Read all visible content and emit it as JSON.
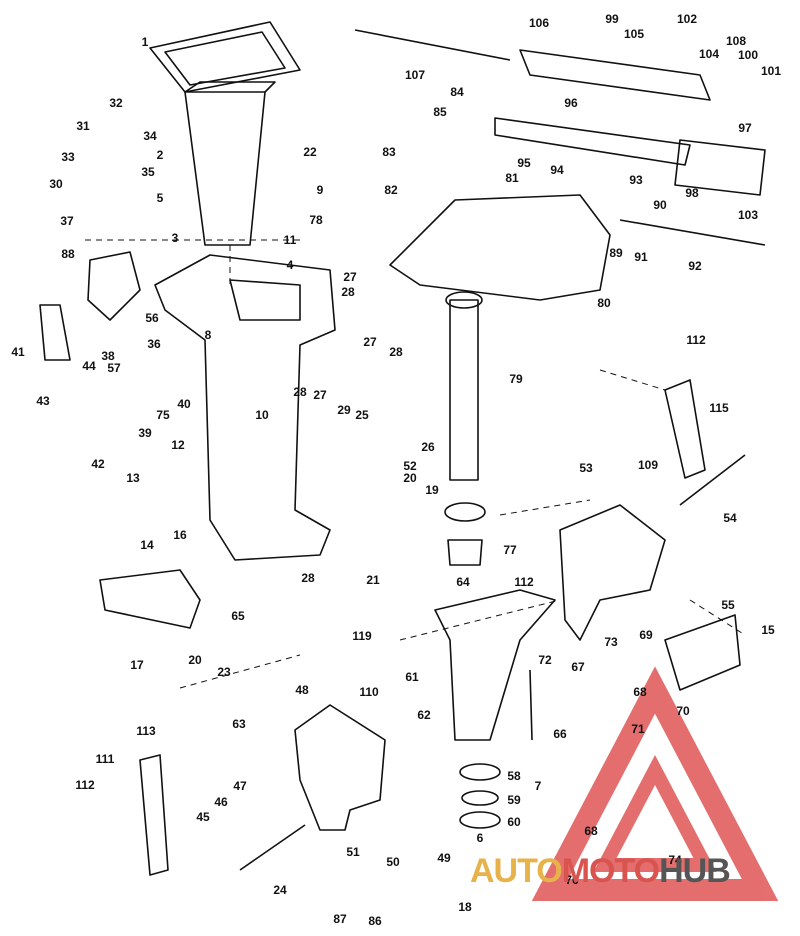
{
  "labels": [
    "1",
    "2",
    "3",
    "4",
    "5",
    "6",
    "7",
    "8",
    "9",
    "10",
    "11",
    "12",
    "13",
    "14",
    "15",
    "16",
    "17",
    "18",
    "19",
    "20",
    "20",
    "21",
    "22",
    "23",
    "24",
    "25",
    "26",
    "27",
    "27",
    "27",
    "28",
    "28",
    "28",
    "28",
    "29",
    "30",
    "31",
    "32",
    "33",
    "34",
    "35",
    "36",
    "37",
    "38",
    "39",
    "40",
    "41",
    "42",
    "43",
    "44",
    "45",
    "46",
    "47",
    "48",
    "49",
    "50",
    "51",
    "52",
    "53",
    "54",
    "55",
    "56",
    "57",
    "58",
    "59",
    "60",
    "61",
    "62",
    "63",
    "64",
    "65",
    "66",
    "67",
    "68",
    "68",
    "69",
    "70",
    "71",
    "72",
    "73",
    "74",
    "75",
    "76",
    "77",
    "78",
    "79",
    "80",
    "81",
    "82",
    "83",
    "84",
    "85",
    "86",
    "87",
    "88",
    "89",
    "90",
    "91",
    "92",
    "93",
    "94",
    "95",
    "96",
    "97",
    "98",
    "99",
    "100",
    "101",
    "102",
    "103",
    "104",
    "105",
    "106",
    "107",
    "108",
    "109",
    "110",
    "111",
    "112",
    "112",
    "112",
    "113",
    "115",
    "119"
  ],
  "watermark": {
    "part1": "AUTO",
    "part2": "MOTO",
    "part3": "HUB"
  },
  "colors": {
    "line": "#111111",
    "watermark_red": "#e05555",
    "watermark_orange": "#e8b24a",
    "watermark_gray": "#555555"
  }
}
